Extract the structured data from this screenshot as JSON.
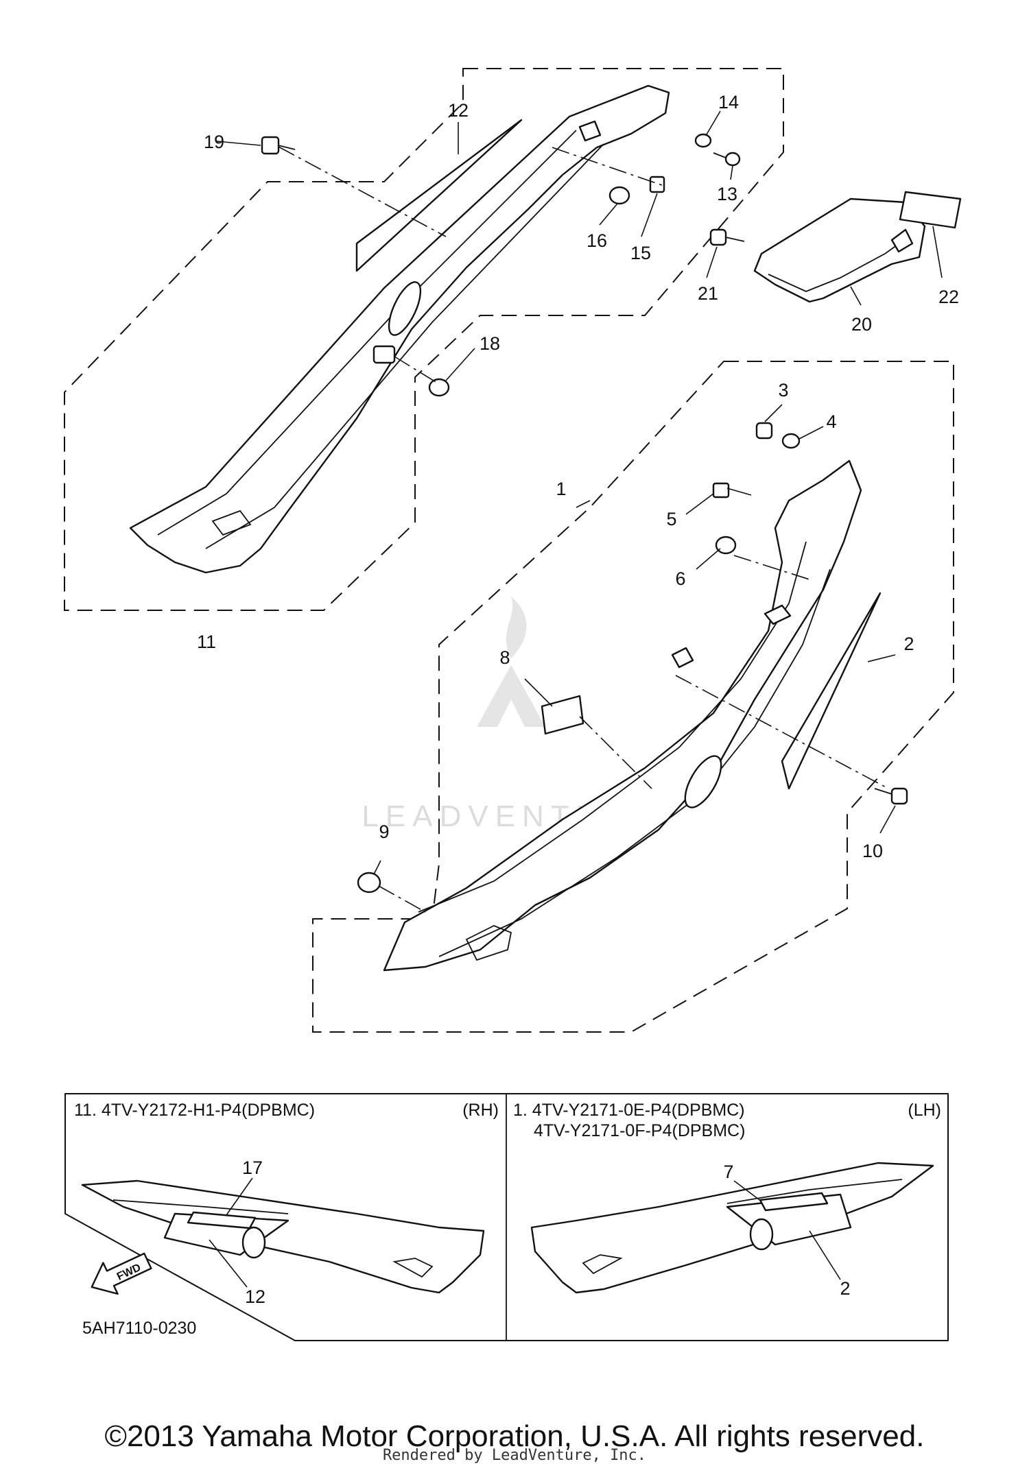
{
  "callouts": {
    "c1": "1",
    "c2": "2",
    "c3": "3",
    "c4": "4",
    "c5": "5",
    "c6": "6",
    "c8": "8",
    "c9": "9",
    "c10": "10",
    "c11": "11",
    "c12": "12",
    "c13": "13",
    "c14": "14",
    "c15": "15",
    "c16": "16",
    "c18": "18",
    "c19": "19",
    "c20": "20",
    "c21": "21",
    "c22": "22"
  },
  "legend": {
    "rh": {
      "part_number": "11. 4TV-Y2172-H1-P4(DPBMC)",
      "side": "(RH)",
      "callout_emblem": "17",
      "callout_stripe": "12",
      "fwd": "FWD"
    },
    "lh": {
      "part_number_1": "1. 4TV-Y2171-0E-P4(DPBMC)",
      "part_number_2": "4TV-Y2171-0F-P4(DPBMC)",
      "side": "(LH)",
      "callout_emblem": "7",
      "callout_stripe": "2"
    },
    "drawing_code": "5AH7110-0230"
  },
  "watermark": "LEADVENTURE",
  "footer": {
    "copyright": "©2013 Yamaha Motor Corporation, U.S.A. All rights reserved.",
    "rendered": "Rendered by LeadVenture, Inc."
  }
}
